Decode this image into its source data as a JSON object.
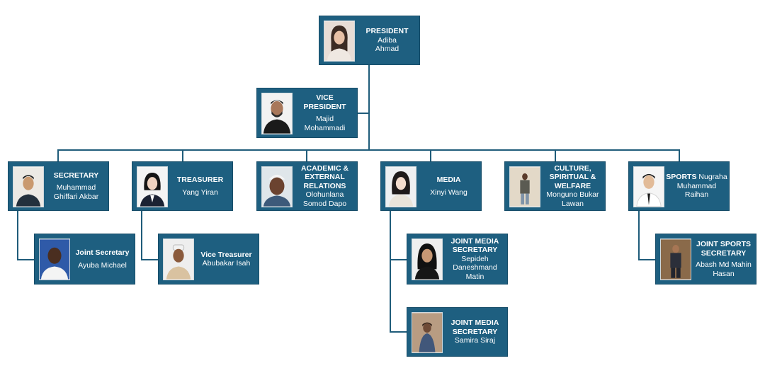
{
  "colors": {
    "card_fill": "#1e5f80",
    "card_border": "#174d69",
    "connector": "#1f5c7a",
    "text": "#ffffff"
  },
  "positions": {
    "president": {
      "role": "PRESIDENT",
      "name_inline": "Adiba",
      "name_rest": "Ahmad"
    },
    "vice_president": {
      "role": "VICE PRESIDENT",
      "name_lines": [
        "Majid",
        "Mohammadi"
      ]
    },
    "secretary": {
      "role": "SECRETARY",
      "name_lines": [
        "Muhammad",
        "Ghiffari Akbar"
      ]
    },
    "treasurer": {
      "role": "TREASURER",
      "name_lines": [
        "Yang Yiran"
      ]
    },
    "academic": {
      "role_lines": [
        "ACADEMIC &",
        "EXTERNAL",
        "RELATIONS"
      ],
      "name_lines": [
        "Olohunlana",
        "Somod Dapo"
      ]
    },
    "media": {
      "role": "MEDIA",
      "name_lines": [
        "Xinyi Wang"
      ]
    },
    "culture": {
      "role_lines": [
        "CULTURE,",
        "SPIRITUAL &",
        "WELFARE"
      ],
      "name_lines": [
        "Monguno Bukar",
        "Lawan"
      ]
    },
    "sports": {
      "role": "SPORTS",
      "name_inline": "Nugraha",
      "name_lines": [
        "Muhammad",
        "Raihan"
      ]
    },
    "joint_secretary": {
      "role": "Joint Secretary",
      "name_lines": [
        "Ayuba Michael"
      ]
    },
    "vice_treasurer": {
      "role": "Vice Treasurer",
      "name_lines": [
        "Abubakar Isah"
      ]
    },
    "joint_media_1": {
      "role_lines": [
        "JOINT MEDIA",
        "SECRETARY"
      ],
      "name_lines": [
        "Sepideh",
        "Daneshmand",
        "Matin"
      ]
    },
    "joint_media_2": {
      "role_lines": [
        "JOINT MEDIA",
        "SECRETARY"
      ],
      "name_lines": [
        "Samira Siraj"
      ]
    },
    "joint_sports": {
      "role_lines": [
        "JOINT SPORTS",
        "SECRETARY"
      ],
      "name_lines": [
        "Abash Md Mahin",
        "Hasan"
      ]
    }
  },
  "icons": {
    "portrait": "person-photo-icon"
  }
}
